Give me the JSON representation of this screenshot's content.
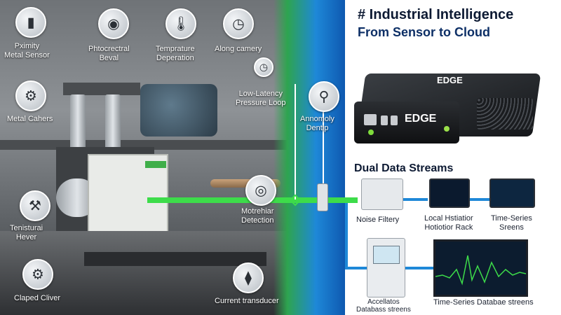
{
  "title": {
    "line1": "# Industrial Intelligence",
    "line2": "From Sensor to Cloud"
  },
  "subtitle": "Dual Data Streams",
  "device": {
    "top_label": "EDGE",
    "front_label": "EDGE"
  },
  "sensors": [
    {
      "label": "Pximity\nMetal Sensor",
      "icon": "proximity-sensor-icon"
    },
    {
      "label": "Phtocrectral\nBeval",
      "icon": "photoelectric-sensor-icon"
    },
    {
      "label": "Temprature\nDeperation",
      "icon": "temperature-sensor-icon"
    },
    {
      "label": "Along camery",
      "icon": "pressure-gauge-icon"
    },
    {
      "label": "Metal Cahers",
      "icon": "gear-icon"
    },
    {
      "label": "Low-Latency\nPressure Loop",
      "icon": "pressure-gauge-icon"
    },
    {
      "label": "Annomoly\nDentip",
      "icon": "anomaly-sensor-icon"
    },
    {
      "label": "Tenisturai\nHever",
      "icon": "tension-sensor-icon"
    },
    {
      "label": "Motrehiar\nDetection",
      "icon": "motor-icon"
    },
    {
      "label": "Claped Cliver",
      "icon": "clamp-icon"
    },
    {
      "label": "Current transducer",
      "icon": "current-transducer-icon"
    }
  ],
  "streams": [
    {
      "label": "Noise Filtery"
    },
    {
      "label": "Local Hstiatior\nHotiotior Rack"
    },
    {
      "label": "Time-Series\nSreens"
    },
    {
      "label": "Accellatos\nDatabass streens"
    },
    {
      "label": "Time-Series Databae streens"
    }
  ],
  "colors": {
    "accent_green": "#3ddc4a",
    "accent_blue": "#1e88d8",
    "title_dark": "#0d1a33"
  }
}
